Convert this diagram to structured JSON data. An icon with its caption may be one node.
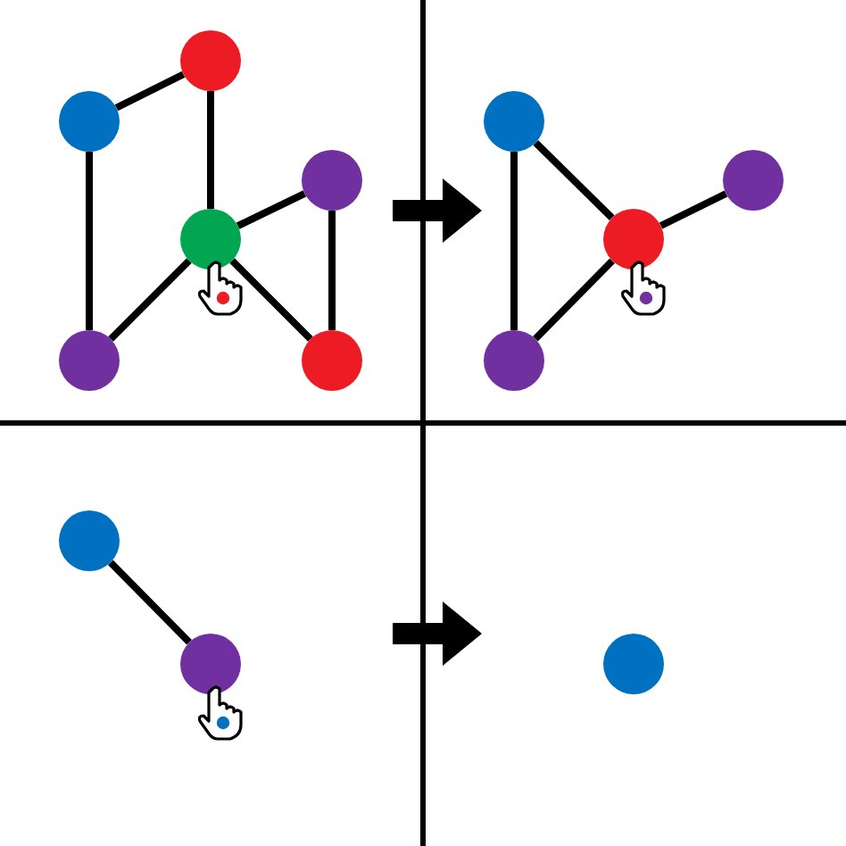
{
  "diagram": {
    "nodes": [
      {
        "text": [],
        "shape": "circle"
      },
      {
        "text": [],
        "shape": "circle"
      },
      {
        "text": [],
        "shape": "circle"
      },
      {
        "text": [],
        "shape": "circle"
      },
      {
        "text": [],
        "shape": "circle"
      },
      {
        "text": [],
        "shape": "circle"
      },
      {
        "text": [],
        "shape": "circle"
      },
      {
        "text": [],
        "shape": "circle"
      },
      {
        "text": [],
        "shape": "circle"
      },
      {
        "text": [],
        "shape": "circle"
      },
      {
        "text": [],
        "shape": "circle"
      },
      {
        "text": [],
        "shape": "circle"
      },
      {
        "text": [],
        "shape": "circle"
      }
    ],
    "edges": [
      {
        "from": 0,
        "to": 1,
        "arrow": "none"
      },
      {
        "from": 0,
        "to": 4,
        "arrow": "none"
      },
      {
        "from": 1,
        "to": 3,
        "arrow": "none"
      },
      {
        "from": 3,
        "to": 2,
        "arrow": "none"
      },
      {
        "from": 3,
        "to": 4,
        "arrow": "none"
      },
      {
        "from": 3,
        "to": 5,
        "arrow": "none"
      },
      {
        "from": 2,
        "to": 5,
        "arrow": "none"
      },
      {
        "from": 6,
        "to": 9,
        "arrow": "none"
      },
      {
        "from": 6,
        "to": 8,
        "arrow": "none"
      },
      {
        "from": 8,
        "to": 7,
        "arrow": "none"
      },
      {
        "from": 8,
        "to": 9,
        "arrow": "none"
      },
      {
        "from": 10,
        "to": 11,
        "arrow": "none"
      }
    ]
  }
}
